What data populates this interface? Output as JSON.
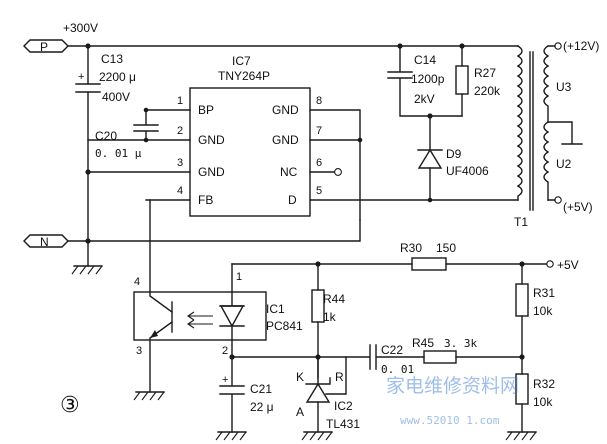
{
  "rails": {
    "p_label": "P",
    "n_label": "N",
    "v300": "+300V",
    "plus12": "(+12V)",
    "plus5_tr": "(+5V)",
    "plus5_out": "+5V"
  },
  "ic7": {
    "ref": "IC7",
    "part": "TNY264P",
    "pins_left": [
      "BP",
      "GND",
      "GND",
      "FB"
    ],
    "pins_left_no": [
      "1",
      "2",
      "3",
      "4"
    ],
    "pins_right": [
      "GND",
      "GND",
      "NC",
      "D"
    ],
    "pins_right_no": [
      "8",
      "7",
      "6",
      "5"
    ]
  },
  "c13": {
    "ref": "C13",
    "value": "2200 μ",
    "voltage": "400V"
  },
  "c20": {
    "ref": "C20",
    "value": "0. 01 μ"
  },
  "c14": {
    "ref": "C14",
    "value": "1200p",
    "voltage": "2kV"
  },
  "r27": {
    "ref": "R27",
    "value": "220k"
  },
  "d9": {
    "ref": "D9",
    "part": "UF4006"
  },
  "t1": {
    "ref": "T1",
    "u3": "U3",
    "u2": "U2"
  },
  "r30": {
    "ref": "R30",
    "value": "150"
  },
  "r31": {
    "ref": "R31",
    "value": "10k"
  },
  "r32": {
    "ref": "R32",
    "value": "10k"
  },
  "r44": {
    "ref": "R44",
    "value": "1k"
  },
  "r45": {
    "ref": "R45",
    "value": "3. 3k"
  },
  "c22": {
    "ref": "C22",
    "value": "0. 01"
  },
  "c21": {
    "ref": "C21",
    "value": "22 μ"
  },
  "ic1": {
    "ref": "IC1",
    "part": "PC841",
    "pins": [
      "1",
      "2",
      "3",
      "4"
    ]
  },
  "ic2": {
    "ref": "IC2",
    "part": "TL431",
    "k": "K",
    "a": "A",
    "r": "R"
  },
  "figure_number": "③",
  "watermark": {
    "text": "家电维修资料网",
    "url": "www.52010 1.com"
  }
}
